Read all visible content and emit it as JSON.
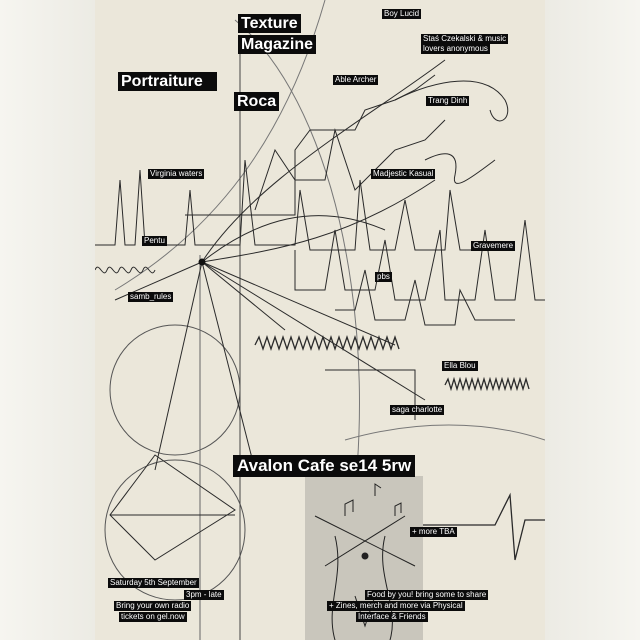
{
  "poster": {
    "headliners": [
      "Texture",
      "Magazine",
      "Portraiture",
      "Roca"
    ],
    "artists": [
      "Boy Lucid",
      "Staś Czekalski & music",
      "lovers anonymous",
      "Able Archer",
      "Trang Dinh",
      "Virginia waters",
      "Madjestic Kasual",
      "Pentu",
      "Gravemere",
      "pbs",
      "samb_rules",
      "Ella Blou",
      "saga charlotte"
    ],
    "venue": "Avalon Cafe se14 5rw",
    "more": "+ more TBA",
    "event": {
      "date": "Saturday 5th September",
      "time": "3pm - late",
      "radio": "Bring your own radio",
      "tickets": "tickets on gel.now"
    },
    "extras": {
      "food": "Food by you! bring some to share",
      "zines": "+ Zines, merch and more via Physical",
      "friends": "Interface & Friends"
    },
    "colors": {
      "paper": "#ebe7da",
      "ink": "#0b0b0b",
      "label_text": "#ffffff"
    }
  }
}
